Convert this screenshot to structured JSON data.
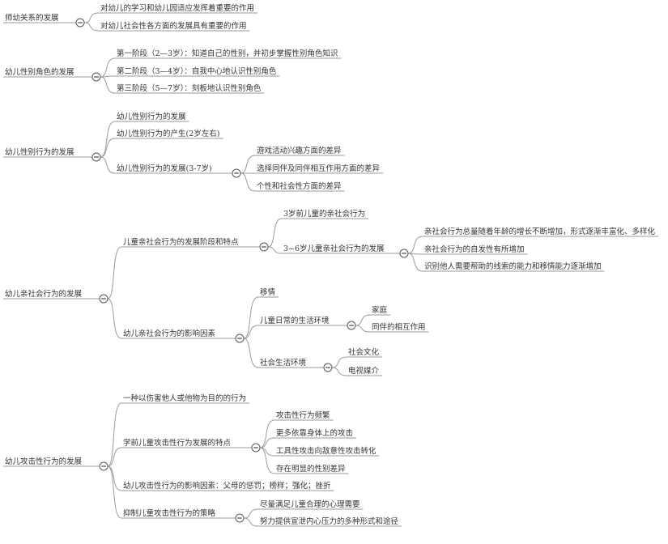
{
  "mindmap": {
    "roots": [
      {
        "label": "师幼关系的发展",
        "children": [
          {
            "label": "对幼儿的学习和幼儿园适应发挥着重要的作用"
          },
          {
            "label": "对幼儿社会性各方面的发展具有重要的作用"
          }
        ]
      },
      {
        "label": "幼儿性别角色的发展",
        "children": [
          {
            "label": "第一阶段（2—3岁）：知道自己的性别，并初步掌握性别角色知识"
          },
          {
            "label": "第二阶段（3—4岁）：自我中心地认识性别角色"
          },
          {
            "label": "第三阶段（5—7岁）：刻板地认识性别角色"
          }
        ]
      },
      {
        "label": "幼儿性别行为的发展",
        "children": [
          {
            "label": "幼儿性别行为的发展"
          },
          {
            "label": "幼儿性别行为的产生(2岁左右)"
          },
          {
            "label": "幼儿性别行为的发展(3-7岁)",
            "children": [
              {
                "label": "游戏活动兴趣方面的差异"
              },
              {
                "label": "选择同伴及同伴相互作用方面的差异"
              },
              {
                "label": "个性和社会性方面的差异"
              }
            ]
          }
        ]
      },
      {
        "label": "幼儿亲社会行为的发展",
        "children": [
          {
            "label": "儿童亲社会行为的发展阶段和特点",
            "children": [
              {
                "label": "3岁前儿童的亲社会行为"
              },
              {
                "label": "3~6岁儿童亲社会行为的发展",
                "children": [
                  {
                    "label": "亲社会行为总量随着年龄的增长不断增加，形式逐渐丰富化、多样化"
                  },
                  {
                    "label": "亲社会行为的自发性有所增加"
                  },
                  {
                    "label": "识别他人需要帮助的线索的能力和移情能力逐渐增加"
                  }
                ]
              }
            ]
          },
          {
            "label": "幼儿亲社会行为的影响因素",
            "children": [
              {
                "label": "移情"
              },
              {
                "label": "儿童日常的生活环境",
                "children": [
                  {
                    "label": "家庭"
                  },
                  {
                    "label": "同伴的相互作用"
                  }
                ]
              },
              {
                "label": "社会生活环境",
                "children": [
                  {
                    "label": "社会文化"
                  },
                  {
                    "label": "电视媒介"
                  }
                ]
              }
            ]
          }
        ]
      },
      {
        "label": "幼儿攻击性行为的发展",
        "children": [
          {
            "label": "一种以伤害他人或他物为目的的行为"
          },
          {
            "label": "学前儿童攻击性行为发展的特点",
            "children": [
              {
                "label": "攻击性行为频繁"
              },
              {
                "label": "更多依靠身体上的攻击"
              },
              {
                "label": "工具性攻击向敌意性攻击转化"
              },
              {
                "label": "存在明显的性别差异"
              }
            ]
          },
          {
            "label": "幼儿攻击性行为的影响因素：父母的惩罚；榜样；强化；挫折"
          },
          {
            "label": "抑制儿童攻击性行为的策略",
            "children": [
              {
                "label": "尽量满足儿童合理的心理需要"
              },
              {
                "label": "努力提供宣泄内心压力的多种形式和途径"
              }
            ]
          }
        ]
      }
    ]
  }
}
